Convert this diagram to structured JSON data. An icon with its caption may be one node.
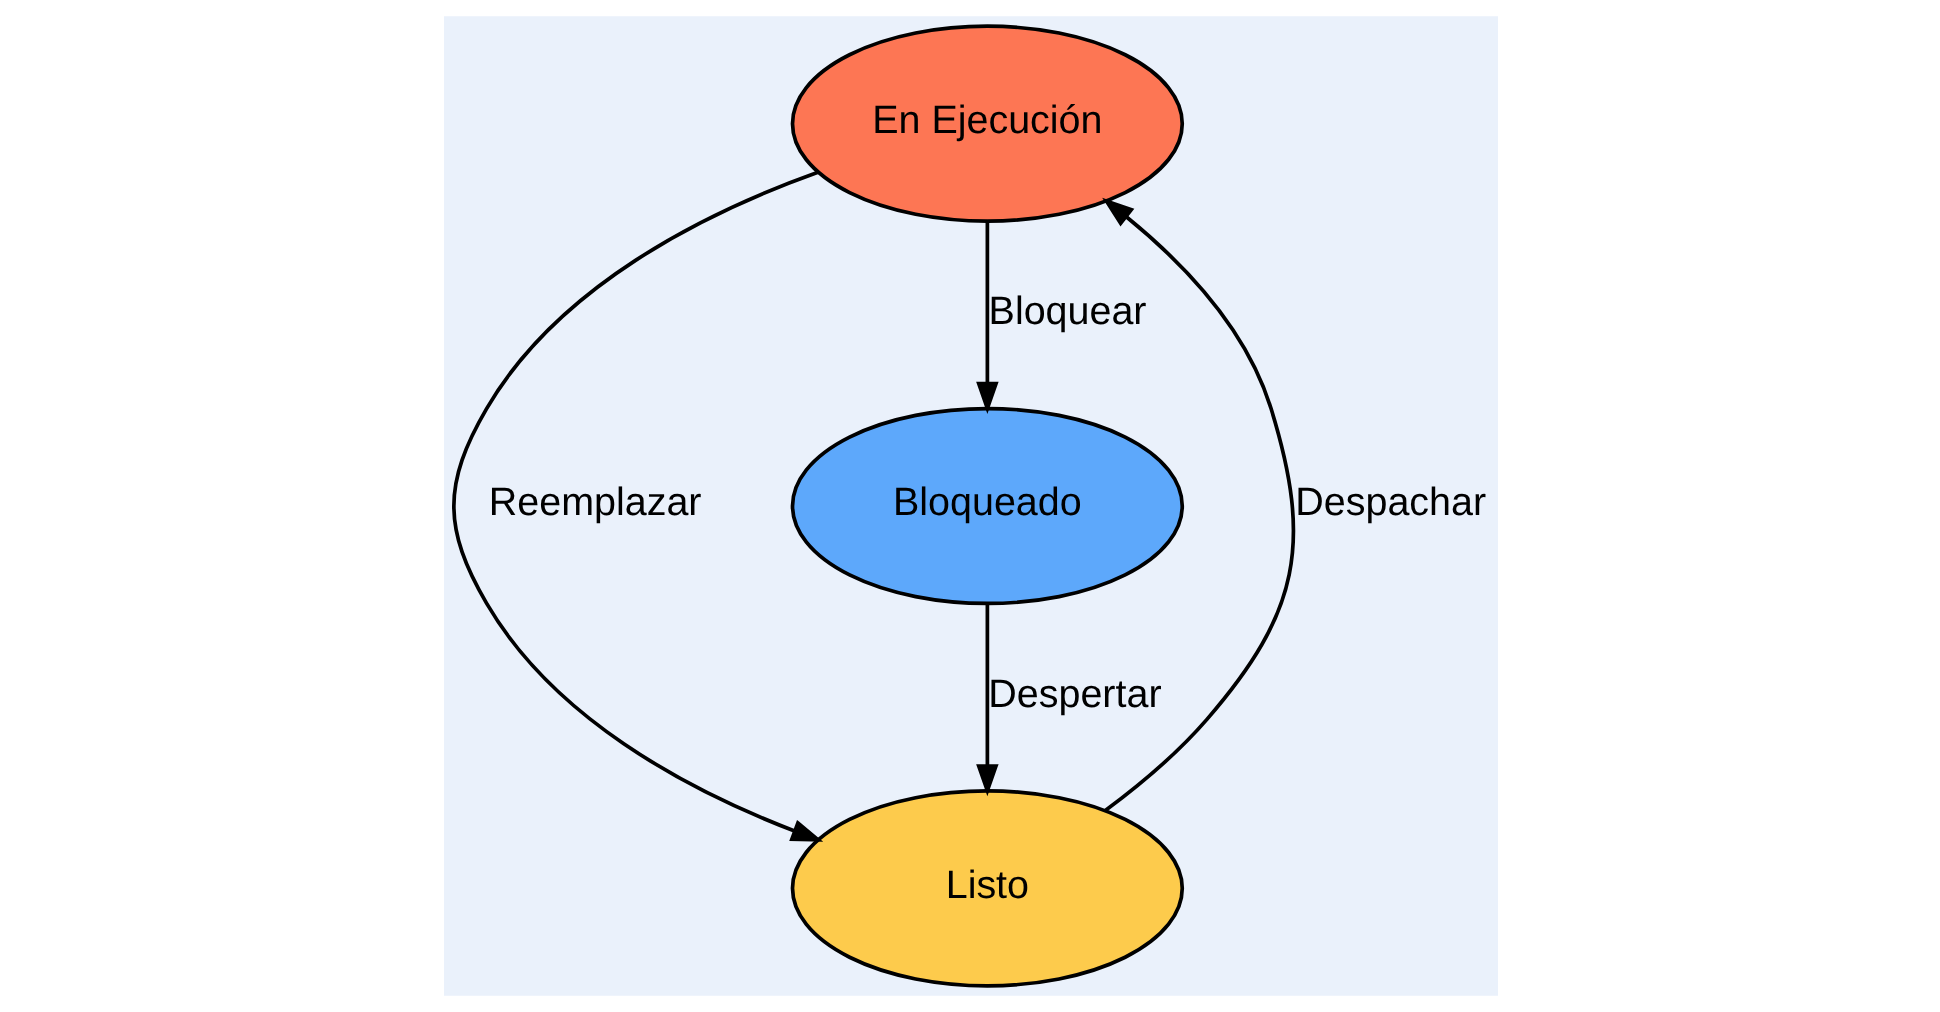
{
  "diagram": {
    "nodes": [
      {
        "text": [
          "En Ejecución"
        ]
      },
      {
        "text": [
          "Listo"
        ]
      },
      {
        "text": [
          "Bloqueado"
        ]
      }
    ],
    "edges": [
      {
        "from": 0,
        "to": 1,
        "arrow": "to",
        "label": "Reemplazar"
      },
      {
        "from": 1,
        "to": 0,
        "arrow": "to",
        "label": "Despachar"
      },
      {
        "from": 0,
        "to": 2,
        "arrow": "to",
        "label": "Bloquear"
      },
      {
        "from": 2,
        "to": 1,
        "arrow": "to",
        "label": "Despertar"
      }
    ]
  }
}
